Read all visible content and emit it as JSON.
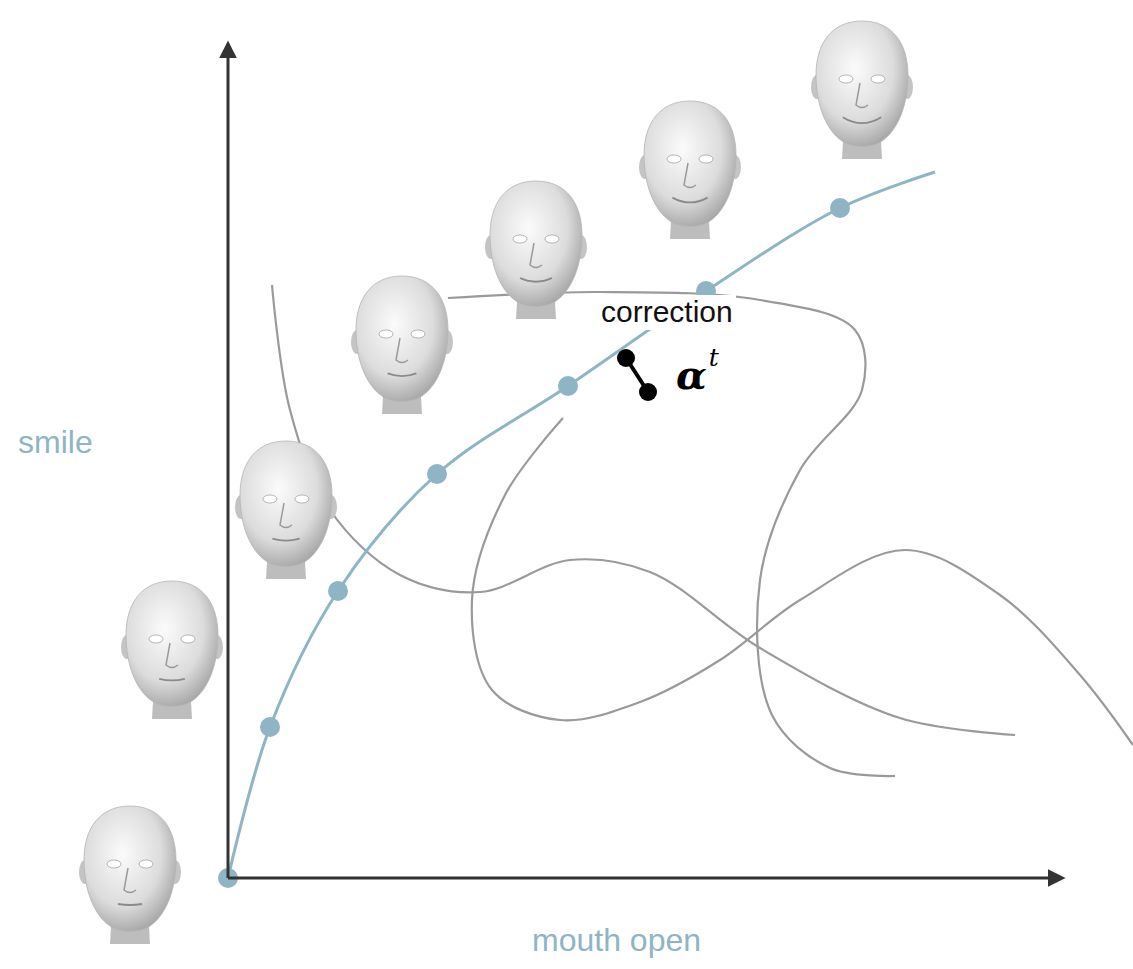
{
  "diagram": {
    "labels": [
      "smile",
      "mouth open",
      "correction",
      "α",
      "t"
    ]
  }
}
